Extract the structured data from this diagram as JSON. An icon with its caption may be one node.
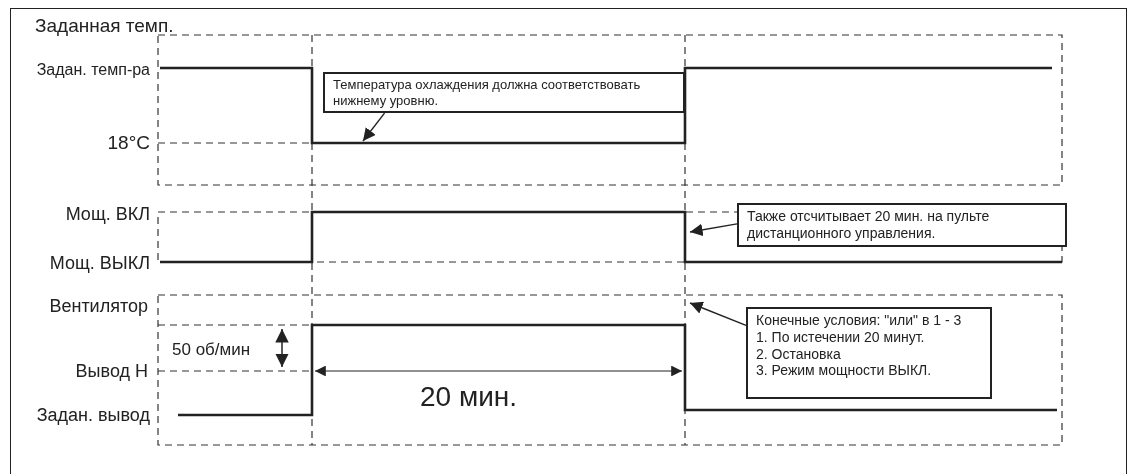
{
  "diagram": {
    "nodes": [
      {
        "text": [
          "Температура охлаждения должна соответствовать нижнему уровню."
        ]
      },
      {
        "text": [
          "Также отсчитывает 20 мин. на пульте дистанционного управления."
        ]
      },
      {
        "text": [
          "Конечные условия: \"или\" в 1 - 3",
          "1. По истечении 20 минут.",
          "2. Остановка",
          "3. Режим мощности ВЫКЛ."
        ]
      }
    ],
    "edges": [
      {
        "from": 0,
        "to": null,
        "arrow": "to"
      },
      {
        "from": 1,
        "to": null,
        "arrow": "to"
      },
      {
        "from": 2,
        "to": null,
        "arrow": "to"
      }
    ],
    "labels": [
      "Заданная темп.",
      "Задан. темп-ра",
      "18°C",
      "Мощ. ВКЛ",
      "Мощ. ВЫКЛ",
      "Вентилятор",
      "50 об/мин",
      "Вывод H",
      "Задан. вывод",
      "20 мин."
    ]
  }
}
